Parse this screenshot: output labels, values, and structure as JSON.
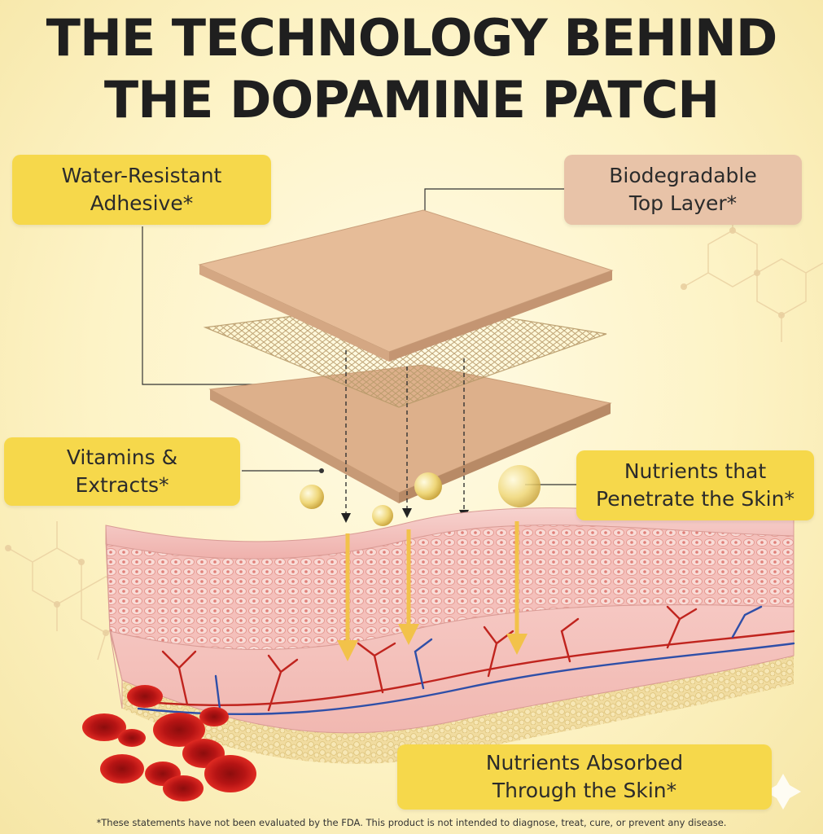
{
  "title": {
    "line1": "THE TECHNOLOGY BEHIND",
    "line2": "THE DOPAMINE PATCH"
  },
  "labels": {
    "adhesive": {
      "line1": "Water-Resistant",
      "line2": "Adhesive*"
    },
    "top_layer": {
      "line1": "Biodegradable",
      "line2": "Top Layer*"
    },
    "vitamins": {
      "line1": "Vitamins &",
      "line2": "Extracts*"
    },
    "penetrate": {
      "line1": "Nutrients that",
      "line2": "Penetrate the Skin*"
    },
    "absorbed": {
      "line1": "Nutrients Absorbed",
      "line2": "Through the Skin*"
    }
  },
  "disclaimer": "*These statements have not been evaluated by the FDA. This product is not intended to diagnose, treat, cure, or prevent any disease.",
  "colors": {
    "background": "#fdf3c6",
    "label_yellow": "#f6d84b",
    "label_tan": "#e8c3a8",
    "patch_layer": "#e2b48e",
    "skin": "#f3b9b5",
    "arrow": "#f2c24a",
    "blood_cell": "#c81a1a"
  },
  "icons": [
    "molecule-structure-icon",
    "red-blood-cell-icon",
    "nutrient-bubble-icon",
    "sparkle-icon"
  ]
}
